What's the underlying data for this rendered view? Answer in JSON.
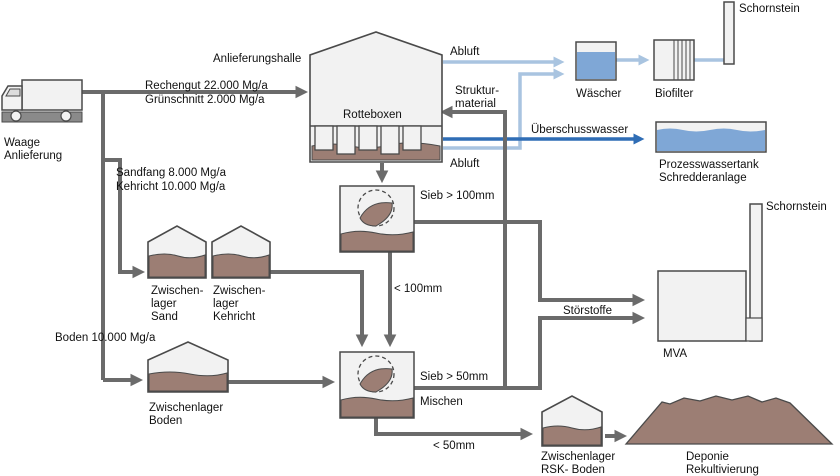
{
  "labels": {
    "waage": [
      "Waage",
      "Anlieferung"
    ],
    "anlieferungshalle": "Anlieferungshalle",
    "rottboxen": "Rotteboxen",
    "rechengut": "Rechengut 22.000 Mg/a",
    "gruenschnitt": "Grünschnitt 2.000 Mg/a",
    "sandfang": "Sandfang 8.000 Mg/a",
    "kehricht": "Kehricht 10.000 Mg/a",
    "boden": "Boden 10.000 Mg/a",
    "abluft_top": "Abluft",
    "abluft_bottom": "Abluft",
    "strukturmaterial": [
      "Struktur-",
      "material"
    ],
    "ueberschusswasser": "Überschusswasser",
    "waescher": "Wäscher",
    "biofilter": "Biofilter",
    "schornstein_top": "Schornstein",
    "schornstein_mva": "Schornstein",
    "prozesswassertank": [
      "Prozesswassertank",
      "Schredderanlage"
    ],
    "sieb100": "Sieb > 100mm",
    "kleiner100": "< 100mm",
    "stoerstoffe": "Störstoffe",
    "mva": "MVA",
    "zw_sand": [
      "Zwischen-",
      "lager",
      "Sand"
    ],
    "zw_kehricht": [
      "Zwischen-",
      "lager",
      "Kehricht"
    ],
    "zw_boden": [
      "Zwischenlager",
      "Boden"
    ],
    "sieb50": "Sieb > 50mm",
    "mischen": "Mischen",
    "kleiner50": "< 50mm",
    "zw_rsk": [
      "Zwischenlager",
      "RSK- Boden"
    ],
    "deponie": [
      "Deponie",
      "Rekultivierung"
    ]
  },
  "colors": {
    "material_flow": "#6b6b6b",
    "air_flow": "#a9c4e0",
    "water_flow": "#2f6db5",
    "soil": "#9c7e74",
    "water_fill": "#7fa7d6",
    "structure": "#f2f2f2"
  }
}
